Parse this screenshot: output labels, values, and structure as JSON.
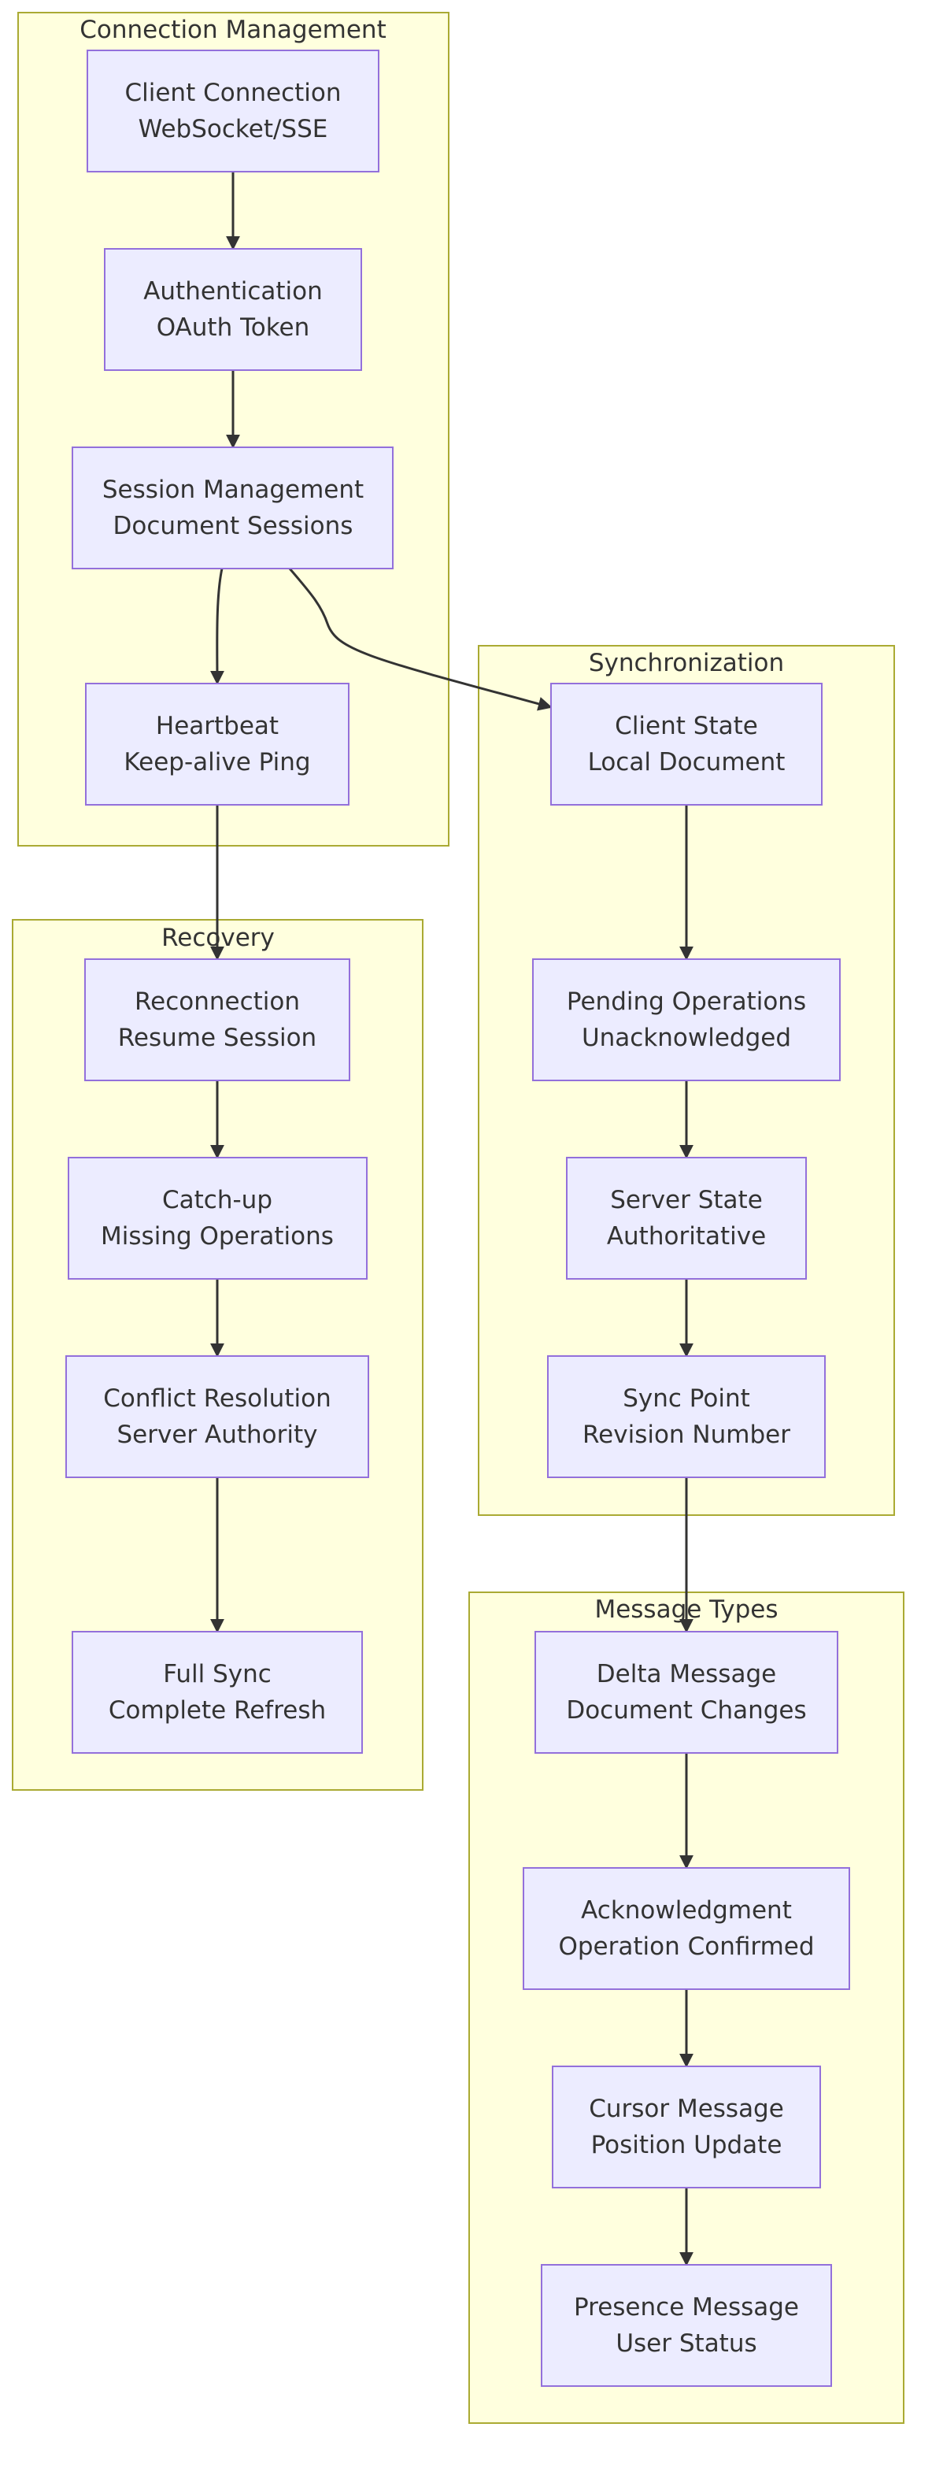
{
  "diagram": {
    "colors": {
      "cluster_fill": "#ffffde",
      "cluster_stroke": "#aaaa33",
      "node_fill": "#ececff",
      "node_stroke": "#9370db",
      "edge": "#333333",
      "text": "#333333"
    },
    "clusters": {
      "connection": {
        "title": "Connection Management"
      },
      "sync": {
        "title": "Synchronization"
      },
      "recovery": {
        "title": "Recovery"
      },
      "messages": {
        "title": "Message Types"
      }
    },
    "nodes": {
      "client_connection": {
        "line1": "Client Connection",
        "line2": "WebSocket/SSE"
      },
      "authentication": {
        "line1": "Authentication",
        "line2": "OAuth Token"
      },
      "session_management": {
        "line1": "Session Management",
        "line2": "Document Sessions"
      },
      "heartbeat": {
        "line1": "Heartbeat",
        "line2": "Keep-alive Ping"
      },
      "client_state": {
        "line1": "Client State",
        "line2": "Local Document"
      },
      "pending_operations": {
        "line1": "Pending Operations",
        "line2": "Unacknowledged"
      },
      "server_state": {
        "line1": "Server State",
        "line2": "Authoritative"
      },
      "sync_point": {
        "line1": "Sync Point",
        "line2": "Revision Number"
      },
      "reconnection": {
        "line1": "Reconnection",
        "line2": "Resume Session"
      },
      "catch_up": {
        "line1": "Catch-up",
        "line2": "Missing Operations"
      },
      "conflict_resolution": {
        "line1": "Conflict Resolution",
        "line2": "Server Authority"
      },
      "full_sync": {
        "line1": "Full Sync",
        "line2": "Complete Refresh"
      },
      "delta_message": {
        "line1": "Delta Message",
        "line2": "Document Changes"
      },
      "acknowledgment": {
        "line1": "Acknowledgment",
        "line2": "Operation Confirmed"
      },
      "cursor_message": {
        "line1": "Cursor Message",
        "line2": "Position Update"
      },
      "presence_message": {
        "line1": "Presence Message",
        "line2": "User Status"
      }
    },
    "edges": [
      {
        "from": "client_connection",
        "to": "authentication"
      },
      {
        "from": "authentication",
        "to": "session_management"
      },
      {
        "from": "session_management",
        "to": "heartbeat"
      },
      {
        "from": "session_management",
        "to": "client_state"
      },
      {
        "from": "heartbeat",
        "to": "reconnection"
      },
      {
        "from": "client_state",
        "to": "pending_operations"
      },
      {
        "from": "pending_operations",
        "to": "server_state"
      },
      {
        "from": "server_state",
        "to": "sync_point"
      },
      {
        "from": "sync_point",
        "to": "delta_message"
      },
      {
        "from": "reconnection",
        "to": "catch_up"
      },
      {
        "from": "catch_up",
        "to": "conflict_resolution"
      },
      {
        "from": "conflict_resolution",
        "to": "full_sync"
      },
      {
        "from": "delta_message",
        "to": "acknowledgment"
      },
      {
        "from": "acknowledgment",
        "to": "cursor_message"
      },
      {
        "from": "cursor_message",
        "to": "presence_message"
      }
    ]
  }
}
